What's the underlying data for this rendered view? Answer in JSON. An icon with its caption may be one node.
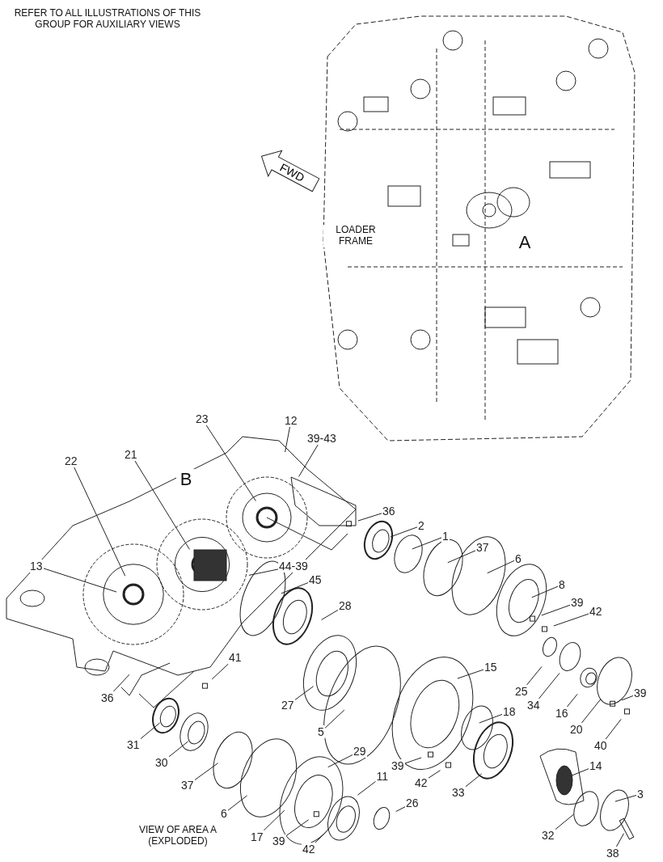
{
  "diagram": {
    "nodes": [
      {
        "text": [
          "FWD"
        ]
      },
      {
        "text": [
          "23"
        ]
      },
      {
        "text": [
          "12"
        ]
      },
      {
        "text": [
          "39-43"
        ]
      },
      {
        "text": [
          "22"
        ]
      },
      {
        "text": [
          "21"
        ]
      },
      {
        "text": [
          "36"
        ]
      },
      {
        "text": [
          "2"
        ]
      },
      {
        "text": [
          "1"
        ]
      },
      {
        "text": [
          "37"
        ]
      },
      {
        "text": [
          "6"
        ]
      },
      {
        "text": [
          "44-39"
        ]
      },
      {
        "text": [
          "45"
        ]
      },
      {
        "text": [
          "8"
        ]
      },
      {
        "text": [
          "39"
        ]
      },
      {
        "text": [
          "42"
        ]
      },
      {
        "text": [
          "13"
        ]
      },
      {
        "text": [
          "28"
        ]
      },
      {
        "text": [
          "41"
        ]
      },
      {
        "text": [
          "15"
        ]
      },
      {
        "text": [
          "36"
        ]
      },
      {
        "text": [
          "25"
        ]
      },
      {
        "text": [
          "34"
        ]
      },
      {
        "text": [
          "16"
        ]
      },
      {
        "text": [
          "39"
        ]
      },
      {
        "text": [
          "20"
        ]
      },
      {
        "text": [
          "27"
        ]
      },
      {
        "text": [
          "40"
        ]
      },
      {
        "text": [
          "5"
        ]
      },
      {
        "text": [
          "18"
        ]
      },
      {
        "text": [
          "14"
        ]
      },
      {
        "text": [
          "31"
        ]
      },
      {
        "text": [
          "30"
        ]
      },
      {
        "text": [
          "39"
        ]
      },
      {
        "text": [
          "42"
        ]
      },
      {
        "text": [
          "29"
        ]
      },
      {
        "text": [
          "37"
        ]
      },
      {
        "text": [
          "33"
        ]
      },
      {
        "text": [
          "11"
        ]
      },
      {
        "text": [
          "6"
        ]
      },
      {
        "text": [
          "26"
        ]
      },
      {
        "text": [
          "32"
        ]
      },
      {
        "text": [
          "3"
        ]
      },
      {
        "text": [
          "17"
        ]
      },
      {
        "text": [
          "39"
        ]
      },
      {
        "text": [
          "42"
        ]
      },
      {
        "text": [
          "38"
        ]
      }
    ],
    "edges": [
      {
        "from": 1,
        "to": null,
        "arrow": "none"
      },
      {
        "from": 2,
        "to": null,
        "arrow": "none"
      },
      {
        "from": 3,
        "to": null,
        "arrow": "none"
      },
      {
        "from": 4,
        "to": null,
        "arrow": "none"
      },
      {
        "from": 5,
        "to": null,
        "arrow": "none"
      },
      {
        "from": 6,
        "to": null,
        "arrow": "none"
      },
      {
        "from": 7,
        "to": null,
        "arrow": "none"
      },
      {
        "from": 8,
        "to": null,
        "arrow": "none"
      },
      {
        "from": 9,
        "to": null,
        "arrow": "none"
      },
      {
        "from": 10,
        "to": null,
        "arrow": "none"
      },
      {
        "from": 11,
        "to": null,
        "arrow": "none"
      },
      {
        "from": 12,
        "to": null,
        "arrow": "none"
      },
      {
        "from": 13,
        "to": null,
        "arrow": "none"
      },
      {
        "from": 14,
        "to": null,
        "arrow": "none"
      },
      {
        "from": 15,
        "to": null,
        "arrow": "none"
      },
      {
        "from": 16,
        "to": null,
        "arrow": "none"
      },
      {
        "from": 17,
        "to": null,
        "arrow": "none"
      },
      {
        "from": 18,
        "to": null,
        "arrow": "none"
      },
      {
        "from": 19,
        "to": null,
        "arrow": "none"
      },
      {
        "from": 20,
        "to": null,
        "arrow": "none"
      },
      {
        "from": 21,
        "to": null,
        "arrow": "none"
      },
      {
        "from": 22,
        "to": null,
        "arrow": "none"
      },
      {
        "from": 23,
        "to": null,
        "arrow": "none"
      },
      {
        "from": 24,
        "to": null,
        "arrow": "none"
      },
      {
        "from": 25,
        "to": null,
        "arrow": "none"
      },
      {
        "from": 26,
        "to": null,
        "arrow": "none"
      },
      {
        "from": 27,
        "to": null,
        "arrow": "none"
      },
      {
        "from": 28,
        "to": null,
        "arrow": "none"
      },
      {
        "from": 29,
        "to": null,
        "arrow": "none"
      },
      {
        "from": 30,
        "to": null,
        "arrow": "none"
      },
      {
        "from": 31,
        "to": null,
        "arrow": "none"
      },
      {
        "from": 32,
        "to": null,
        "arrow": "none"
      },
      {
        "from": 33,
        "to": null,
        "arrow": "none"
      },
      {
        "from": 34,
        "to": null,
        "arrow": "none"
      },
      {
        "from": 35,
        "to": null,
        "arrow": "none"
      },
      {
        "from": 36,
        "to": null,
        "arrow": "none"
      },
      {
        "from": 37,
        "to": null,
        "arrow": "none"
      },
      {
        "from": 38,
        "to": null,
        "arrow": "none"
      },
      {
        "from": 39,
        "to": null,
        "arrow": "none"
      },
      {
        "from": 40,
        "to": null,
        "arrow": "none"
      },
      {
        "from": 41,
        "to": null,
        "arrow": "none"
      },
      {
        "from": 42,
        "to": null,
        "arrow": "none"
      },
      {
        "from": 43,
        "to": null,
        "arrow": "none"
      },
      {
        "from": 44,
        "to": null,
        "arrow": "none"
      },
      {
        "from": 45,
        "to": null,
        "arrow": "none"
      },
      {
        "from": 46,
        "to": null,
        "arrow": "none"
      }
    ],
    "labels": [
      "REFER TO ALL ILLUSTRATIONS OF THIS GROUP FOR AUXILIARY VIEWS",
      "LOADER FRAME",
      "A",
      "B",
      "VIEW OF AREA A (EXPLODED)"
    ]
  }
}
